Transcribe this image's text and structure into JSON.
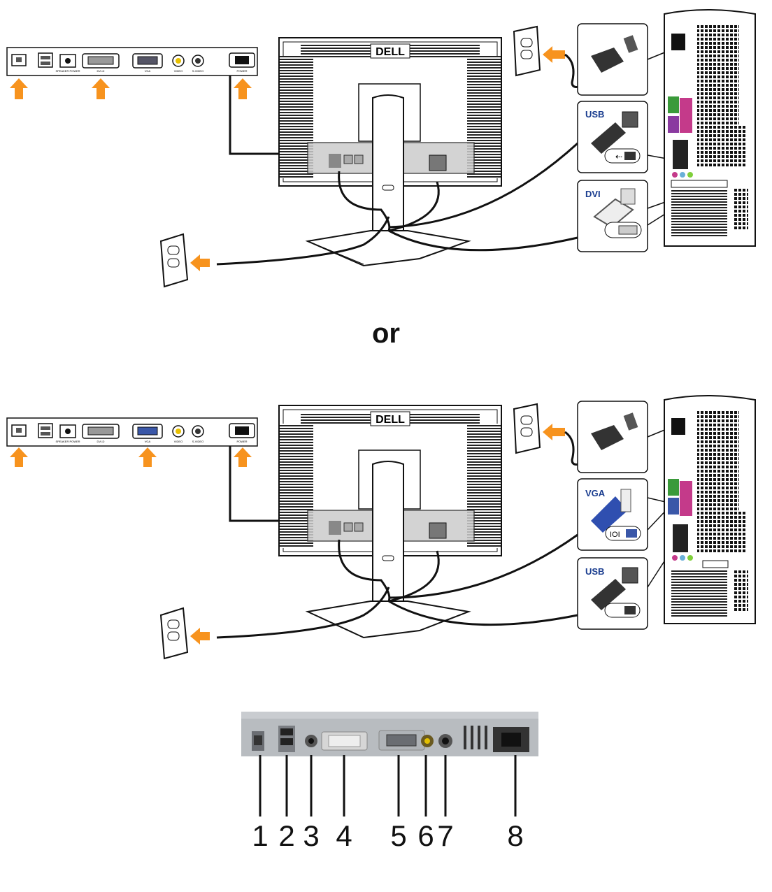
{
  "diagram_top": {
    "panel_labels": [
      "SPEAKER POWER",
      "DVI-D",
      "VGA",
      "VIDEO",
      "S-VIDEO",
      "POWER"
    ],
    "brand_logo": "DELL",
    "callouts": [
      {
        "label": "USB",
        "icons": [
          "usb-connector-icon",
          "usb-port-icon"
        ]
      },
      {
        "label": "DVI",
        "icons": [
          "dvi-connector-icon",
          "dvi-port-icon"
        ]
      }
    ],
    "arrow_color": "#f7931e"
  },
  "separator": {
    "text": "or"
  },
  "diagram_bottom": {
    "panel_labels": [
      "SPEAKER POWER",
      "DVI-D",
      "VGA",
      "VIDEO",
      "S-VIDEO",
      "POWER"
    ],
    "brand_logo": "DELL",
    "callouts": [
      {
        "label": "VGA",
        "icons": [
          "vga-connector-icon",
          "vga-port-icon"
        ]
      },
      {
        "label": "USB",
        "icons": [
          "usb-connector-icon",
          "usb-port-icon"
        ]
      }
    ],
    "arrow_color": "#f7931e",
    "label_color": "#1a3d8f"
  },
  "connector_photo": {
    "numbers": [
      "1",
      "2",
      "3",
      "4",
      "5",
      "6",
      "7",
      "8"
    ]
  }
}
